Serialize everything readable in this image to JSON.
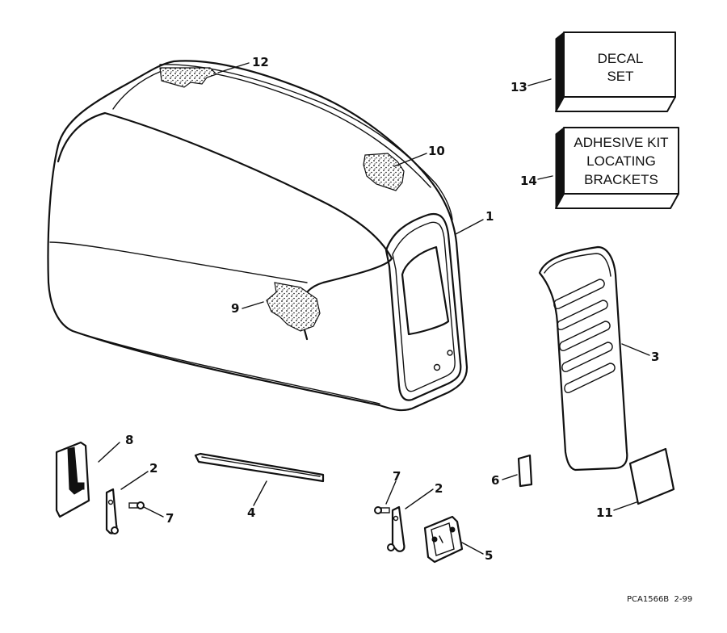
{
  "callouts": {
    "c1": "1",
    "c2a": "2",
    "c2b": "2",
    "c3": "3",
    "c4": "4",
    "c5": "5",
    "c6": "6",
    "c7a": "7",
    "c7b": "7",
    "c8": "8",
    "c9": "9",
    "c10": "10",
    "c11": "11",
    "c12": "12",
    "c13": "13",
    "c14": "14"
  },
  "boxes": {
    "decal_set": [
      "DECAL",
      "SET"
    ],
    "adhesive_kit": [
      "ADHESIVE KIT",
      "LOCATING",
      "BRACKETS"
    ]
  },
  "figure_code": "PCA1566B  2-99"
}
